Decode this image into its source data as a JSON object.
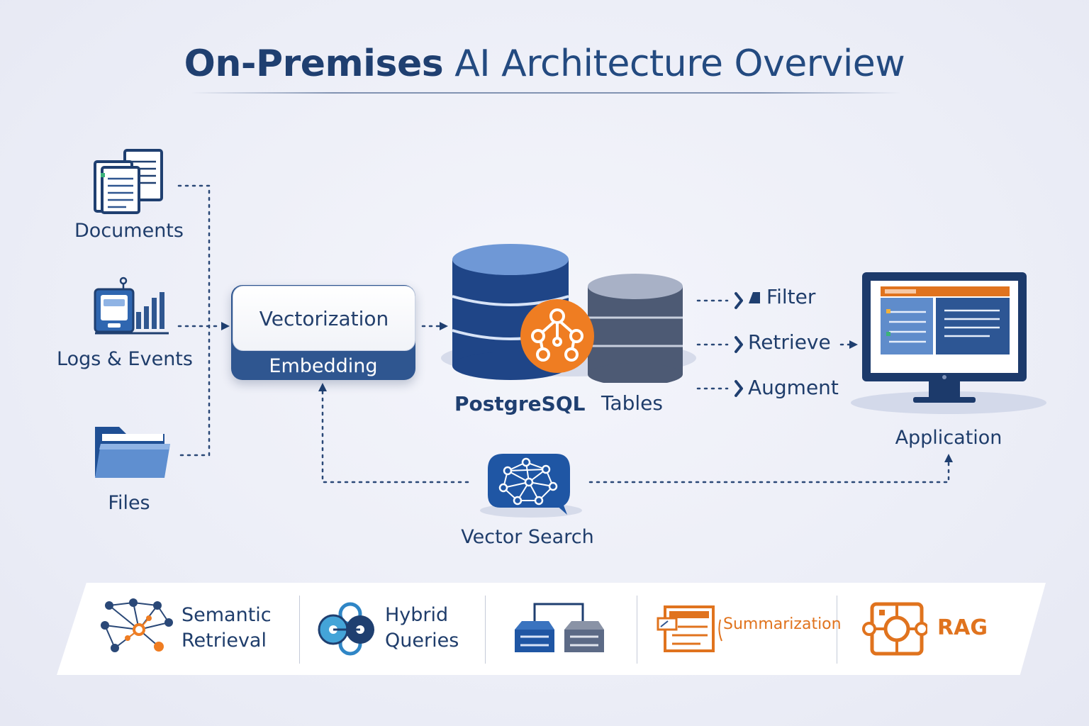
{
  "title": {
    "bold": "On-Premises",
    "rest": " AI Architecture Overview"
  },
  "sources": [
    {
      "label": "Documents",
      "icon": "documents-icon"
    },
    {
      "label": "Logs & Events",
      "icon": "logs-events-icon"
    },
    {
      "label": "Files",
      "icon": "folder-icon"
    }
  ],
  "vectorization": {
    "top": "Vectorization",
    "bottom": "Embedding"
  },
  "database": {
    "postgres": "PostgreSQL",
    "tables": "Tables"
  },
  "operations": [
    "Filter",
    "Retrieve",
    "Augment"
  ],
  "application": {
    "label": "Application"
  },
  "vector_search": {
    "label": "Vector Search"
  },
  "legend": [
    {
      "line1": "Semantic",
      "line2": "Retrieval",
      "icon": "graph-nodes-icon"
    },
    {
      "line1": "Hybrid",
      "line2": "Queries",
      "icon": "hybrid-icon"
    },
    {
      "line1": "",
      "line2": "",
      "icon": "servers-icon"
    },
    {
      "line1": "Summarization",
      "icon": "summary-doc-icon"
    },
    {
      "line1": "RAG",
      "icon": "rag-icon"
    }
  ],
  "colors": {
    "navy": "#1f3f70",
    "blue": "#2f5690",
    "orange": "#ef7d22",
    "gray_db": "#5c6a86",
    "background": "#eceef7"
  }
}
